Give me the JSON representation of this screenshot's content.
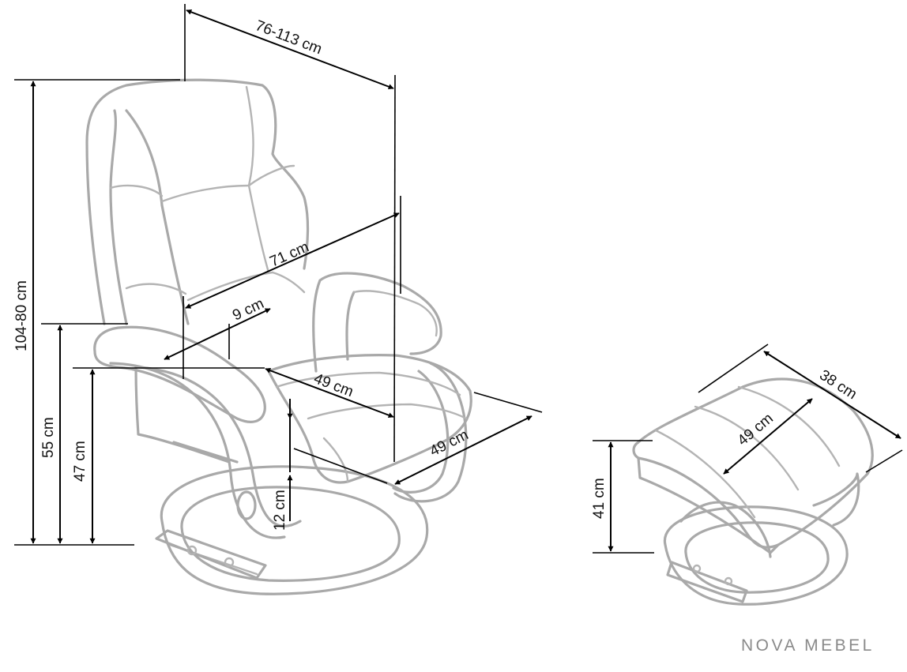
{
  "labels": {
    "back_depth": "76-113 cm",
    "total_height": "104-80 cm",
    "armrest_height": "55 cm",
    "seat_height": "47 cm",
    "width": "71 cm",
    "armrest_width": "9 cm",
    "seat_depth": "49 cm",
    "seat_width": "49 cm",
    "base_clearance": "12 cm",
    "ottoman_width": "49 cm",
    "ottoman_depth": "38 cm",
    "ottoman_height": "41 cm"
  },
  "brand": "NOVA MEBEL",
  "colors": {
    "sketch": "#a9a9a9",
    "dimension": "#000000",
    "brand": "#8a8a8a"
  }
}
